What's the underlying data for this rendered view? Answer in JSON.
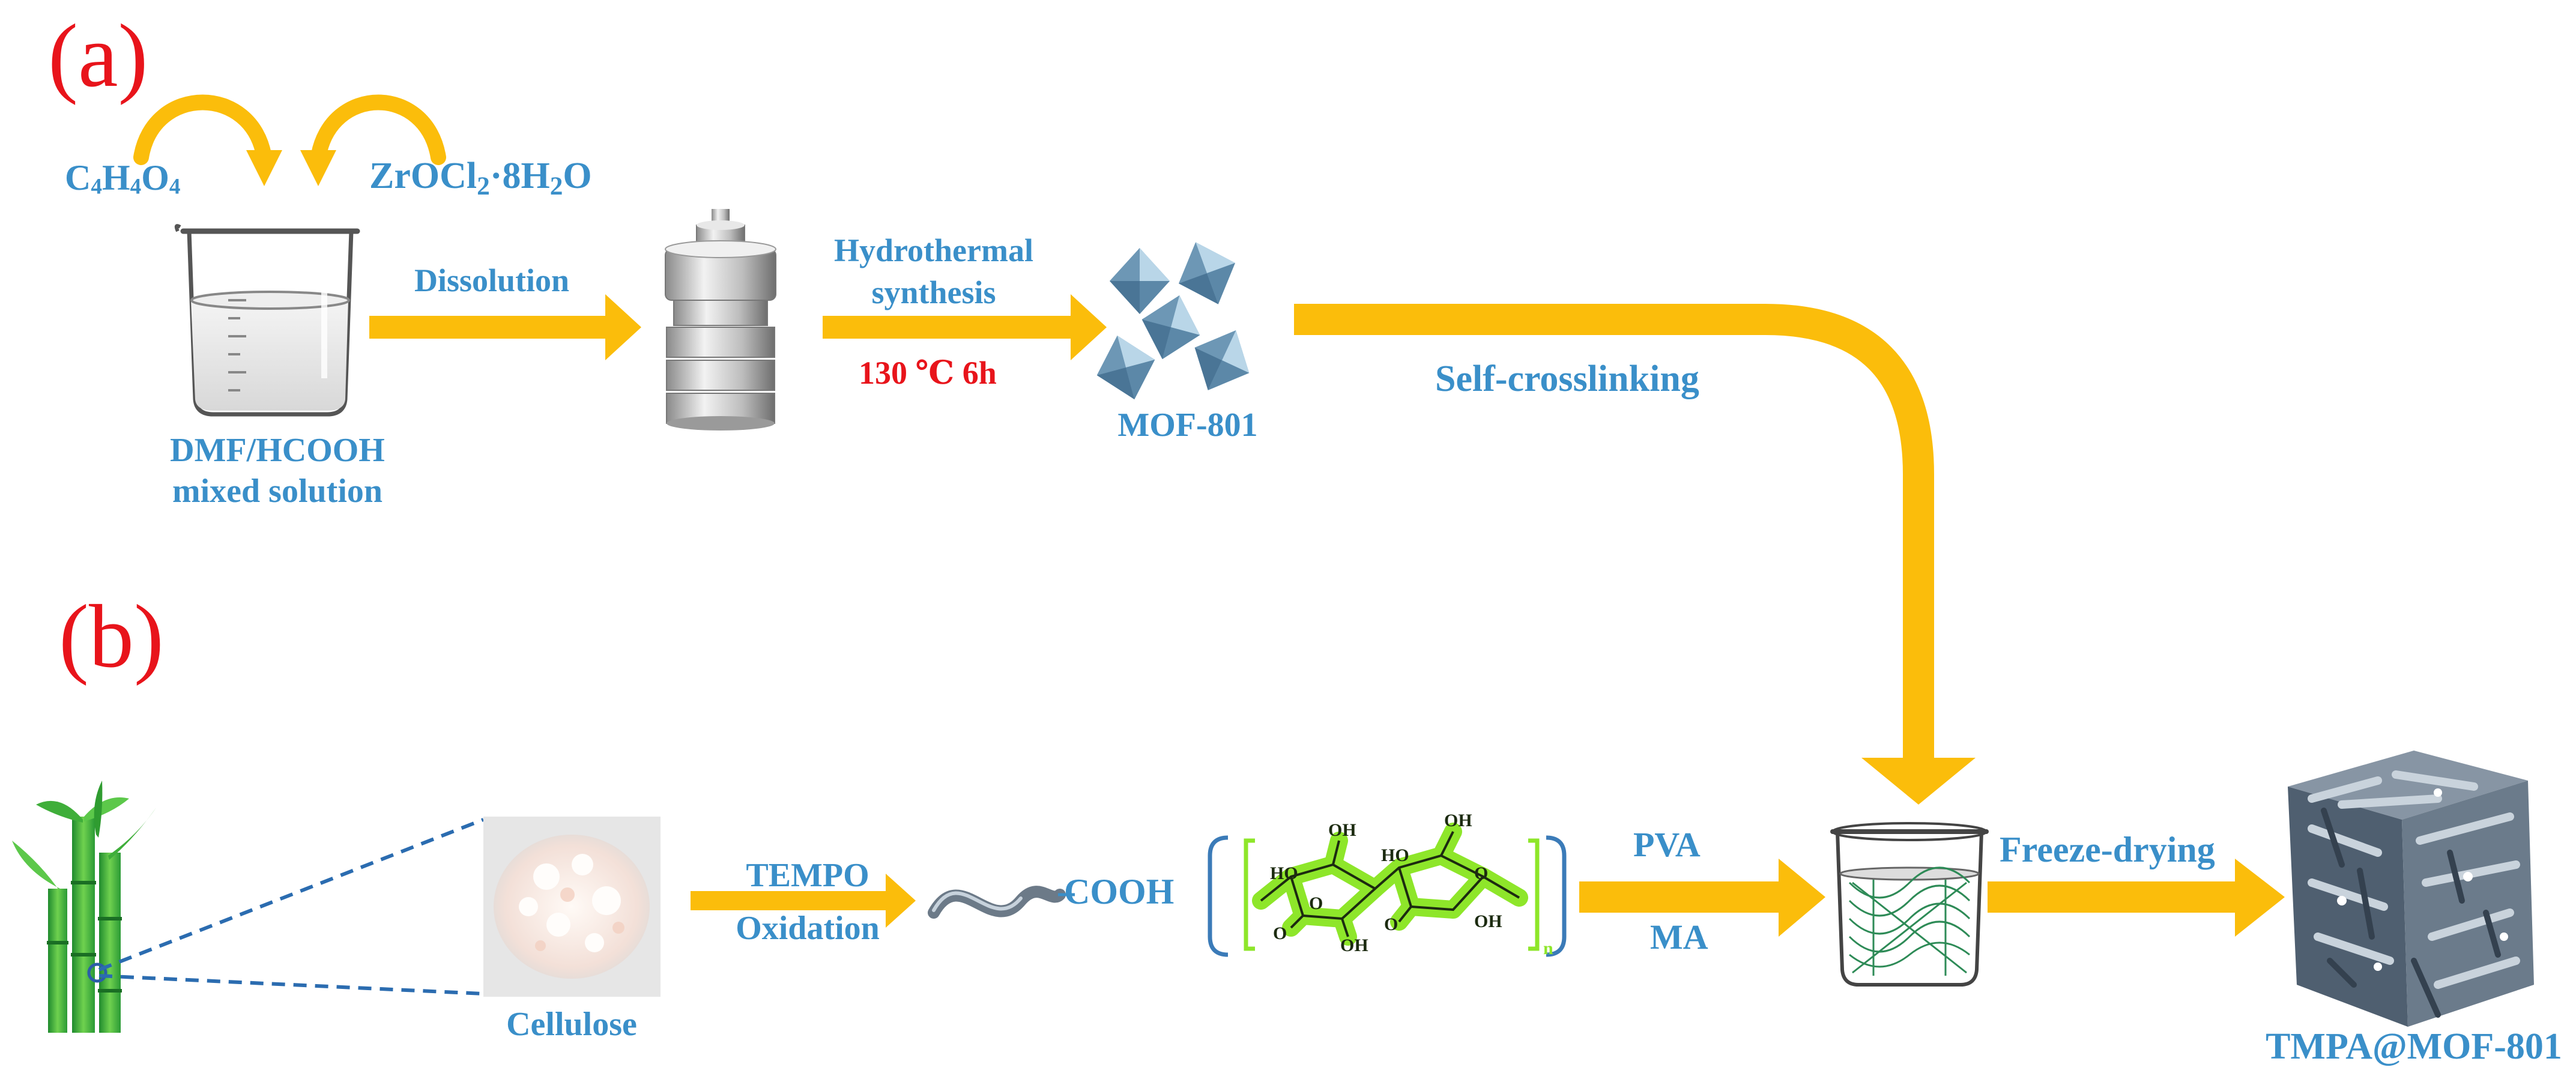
{
  "panels": {
    "a": "(a)",
    "b": "(b)"
  },
  "reagents": {
    "succinic": {
      "c": "C",
      "c_n": "4",
      "h": "H",
      "h_n": "4",
      "o": "O",
      "o_n": "4"
    },
    "zirconium": {
      "base": "ZrOCl",
      "n2": "2",
      "mid": "·8H",
      "n3": "2",
      "end": "O"
    }
  },
  "labels": {
    "solution_line1": "DMF/HCOOH",
    "solution_line2": "mixed solution",
    "dissolution": "Dissolution",
    "hydrothermal_line1": "Hydrothermal",
    "hydrothermal_line2": "synthesis",
    "conditions": "130 ℃  6h",
    "mof": "MOF-801",
    "self_crosslinking": "Self-crosslinking",
    "cellulose": "Cellulose",
    "tempo_line1": "TEMPO",
    "tempo_line2": "Oxidation",
    "cooh": "COOH",
    "pva": "PVA",
    "ma": "MA",
    "freeze_drying": "Freeze-drying",
    "product": "TMPA@MOF-801",
    "repeat_n": "n"
  },
  "structure_labels": {
    "oh1": "OH",
    "oh2": "OH",
    "oh3": "OH",
    "oh4": "OH",
    "ho1": "HO",
    "ho2": "HO",
    "o1": "O",
    "o2": "O",
    "o3": "O",
    "o4": "O"
  },
  "colors": {
    "arrow": "#fbbd0b",
    "text": "#3a8fc9",
    "panel_label": "#e8141b",
    "condition": "#e8141b",
    "molecule_fill": "#8ee62a",
    "bamboo": "#39b54a",
    "mof_crystal": "#7fa9c4",
    "aerogel": "#5d6f80"
  },
  "icons": [
    "beaker-icon",
    "autoclave-icon",
    "octahedron-crystal-icon",
    "bamboo-icon",
    "cellulose-powder-icon",
    "polymer-chain-icon",
    "aerogel-cube-icon"
  ]
}
